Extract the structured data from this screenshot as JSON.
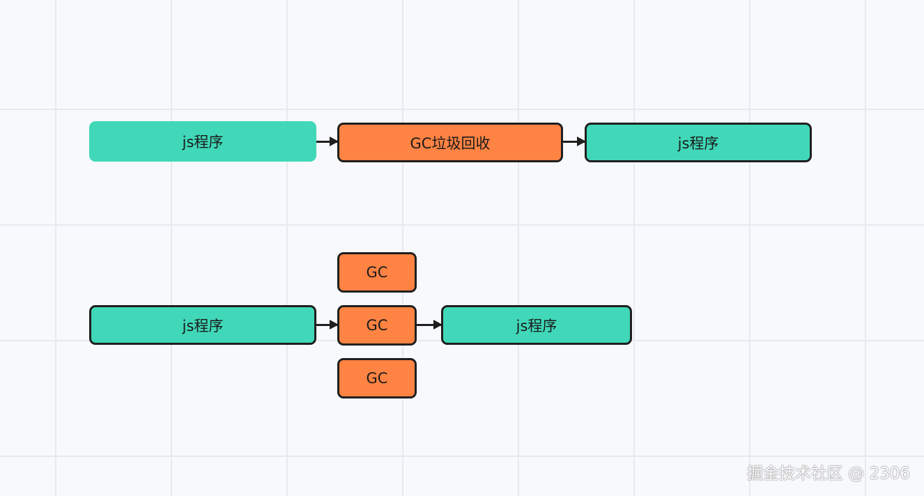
{
  "diagram": {
    "row1": {
      "node1": "js程序",
      "node2": "GC垃圾回收",
      "node3": "js程序"
    },
    "row2": {
      "node1": "js程序",
      "gc_top": "GC",
      "gc_middle": "GC",
      "gc_bottom": "GC",
      "node_end": "js程序"
    }
  },
  "watermark": "掘金技术社区 @ 2306",
  "colors": {
    "program": "#40d8b8",
    "gc": "#ff8343",
    "border": "#1f1f1f",
    "background": "#f7f9fc",
    "grid": "#e6e9ee"
  }
}
